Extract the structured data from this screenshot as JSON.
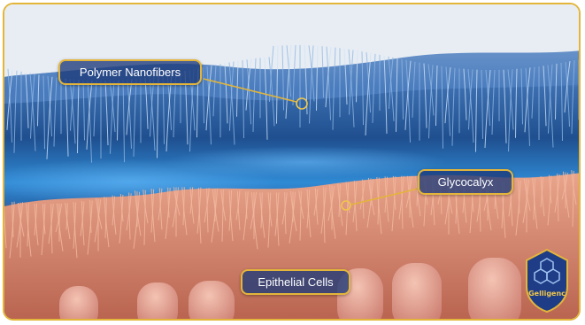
{
  "labels": {
    "polymer": "Polymer Nanofibers",
    "glycocalyx": "Glycocalyx",
    "epithelial": "Epithelial Cells"
  },
  "logo": {
    "text": "Gelligenc",
    "icon": "hexagon-molecule-icon"
  },
  "colors": {
    "frame": "#e3b53a",
    "fiber_top": "#e9eef5",
    "fiber_blue": "#3a78c0",
    "water": "#2b8fd6",
    "glycocalyx": "#d98a6e",
    "cells": "#e7a493"
  }
}
